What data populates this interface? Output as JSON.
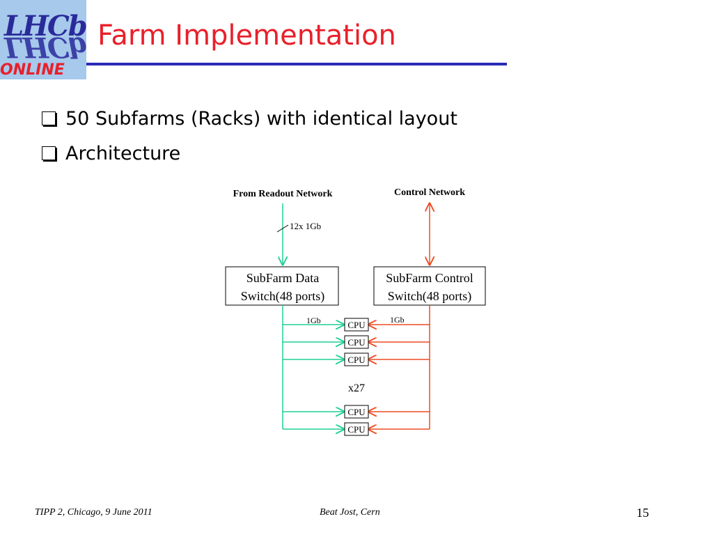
{
  "logo": {
    "line1": "LHCb",
    "line2": "ONLINE"
  },
  "title": "Farm Implementation",
  "bullets": [
    "50 Subfarms (Racks) with identical layout",
    "Architecture"
  ],
  "diagram": {
    "from_readout": "From Readout Network",
    "control_network": "Control Network",
    "link_12x": "12x 1Gb",
    "data_switch": {
      "line1": "SubFarm Data",
      "line2": "Switch(48 ports)"
    },
    "control_switch": {
      "line1": "SubFarm Control",
      "line2": "Switch(48 ports)"
    },
    "link_1gb_left": "1Gb",
    "link_1gb_right": "1Gb",
    "cpu_label": "CPU",
    "multiplier": "x27",
    "colors": {
      "data": "#1fcf95",
      "control": "#ef4b22",
      "title": "#e8202a",
      "rule": "#2a2ab8"
    }
  },
  "footer": {
    "left": "TIPP 2, Chicago, 9 June 2011",
    "center": "Beat Jost, Cern",
    "page": "15"
  }
}
